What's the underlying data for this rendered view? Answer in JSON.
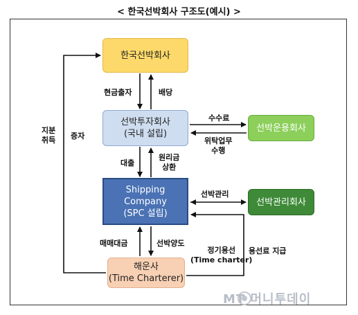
{
  "title": "< 한국선박회사 구조도(예시) >",
  "boxes": {
    "parent": "한국선박회사",
    "investment_line1": "선박투자회사",
    "investment_line2": "(국내 설립)",
    "spc_line1": "Shipping Company",
    "spc_line2": "(SPC 설립)",
    "charterer_line1": "해운사",
    "charterer_line2": "(Time Charterer)",
    "operator": "선박운용회사",
    "manager": "선박관리회사"
  },
  "labels": {
    "cash_investment": "현금출자",
    "dividend": "배당",
    "loan": "대출",
    "repayment_line1": "원리금",
    "repayment_line2": "상환",
    "sale_price": "매매대금",
    "ship_transfer": "선박양도",
    "fee": "수수료",
    "delegation_line1": "위탁업무",
    "delegation_line2": "수행",
    "ship_management": "선박관리",
    "charter_line1": "정기용선",
    "charter_line2": "(Time charter)",
    "charter_payment": "용선료 지급",
    "equity_acquisition_line1": "지분",
    "equity_acquisition_line2": "취득",
    "capital_increase": "증자"
  },
  "watermark": "MT 머니투데이",
  "colors": {
    "parent": "#fcd96a",
    "investment": "#cfddf0",
    "spc": "#4a72b4",
    "charterer": "#f8d0b4",
    "operator": "#8ccf5a",
    "manager": "#3e8a38"
  }
}
